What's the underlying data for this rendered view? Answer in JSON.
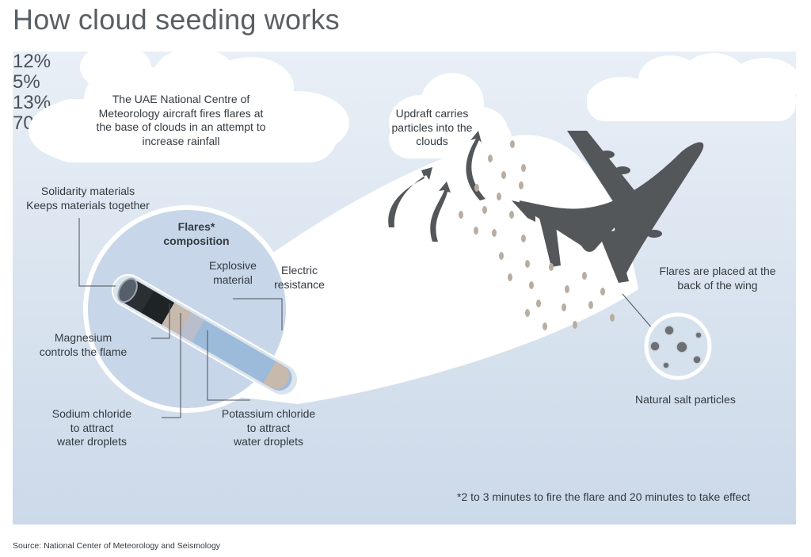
{
  "title": "How cloud seeding works",
  "intro_text": "The UAE National Centre of Meteorology aircraft fires flares at the base of clouds in an attempt to increase rainfall",
  "updraft_text": "Updraft carries particles into the clouds",
  "flares_heading": "Flares* composition",
  "components": {
    "solidarity": {
      "percent": "12%",
      "line1": "Solidarity materials",
      "line2": "Keeps materials together"
    },
    "magnesium": {
      "percent": "5%",
      "line1": "Magnesium",
      "line2": "controls the flame"
    },
    "sodium": {
      "percent": "13%",
      "line1": "Sodium chloride",
      "line2": "to attract",
      "line3": "water droplets"
    },
    "potassium": {
      "percent": "70%",
      "line1": "Potassium chloride",
      "line2": "to attract",
      "line3": "water droplets"
    }
  },
  "explosive_label": "Explosive material",
  "electric_label": "Electric resistance",
  "wing_text": "Flares are placed at the back of the wing",
  "salt_label": "Natural salt particles",
  "footnote": "*2 to 3 minutes to fire the flare and 20 minutes to take effect",
  "source": "Source: National Center of Meteorology and Seismology",
  "colors": {
    "sky_top": "#e9eff6",
    "sky_bottom": "#ccd9e9",
    "plane": "#53575a",
    "flare_blue": "#9cbbda",
    "flare_tan": "#c8b9ad",
    "flare_black": "#1e2326",
    "particles": "#b9ad9f",
    "lens": "#c7d6e8"
  }
}
